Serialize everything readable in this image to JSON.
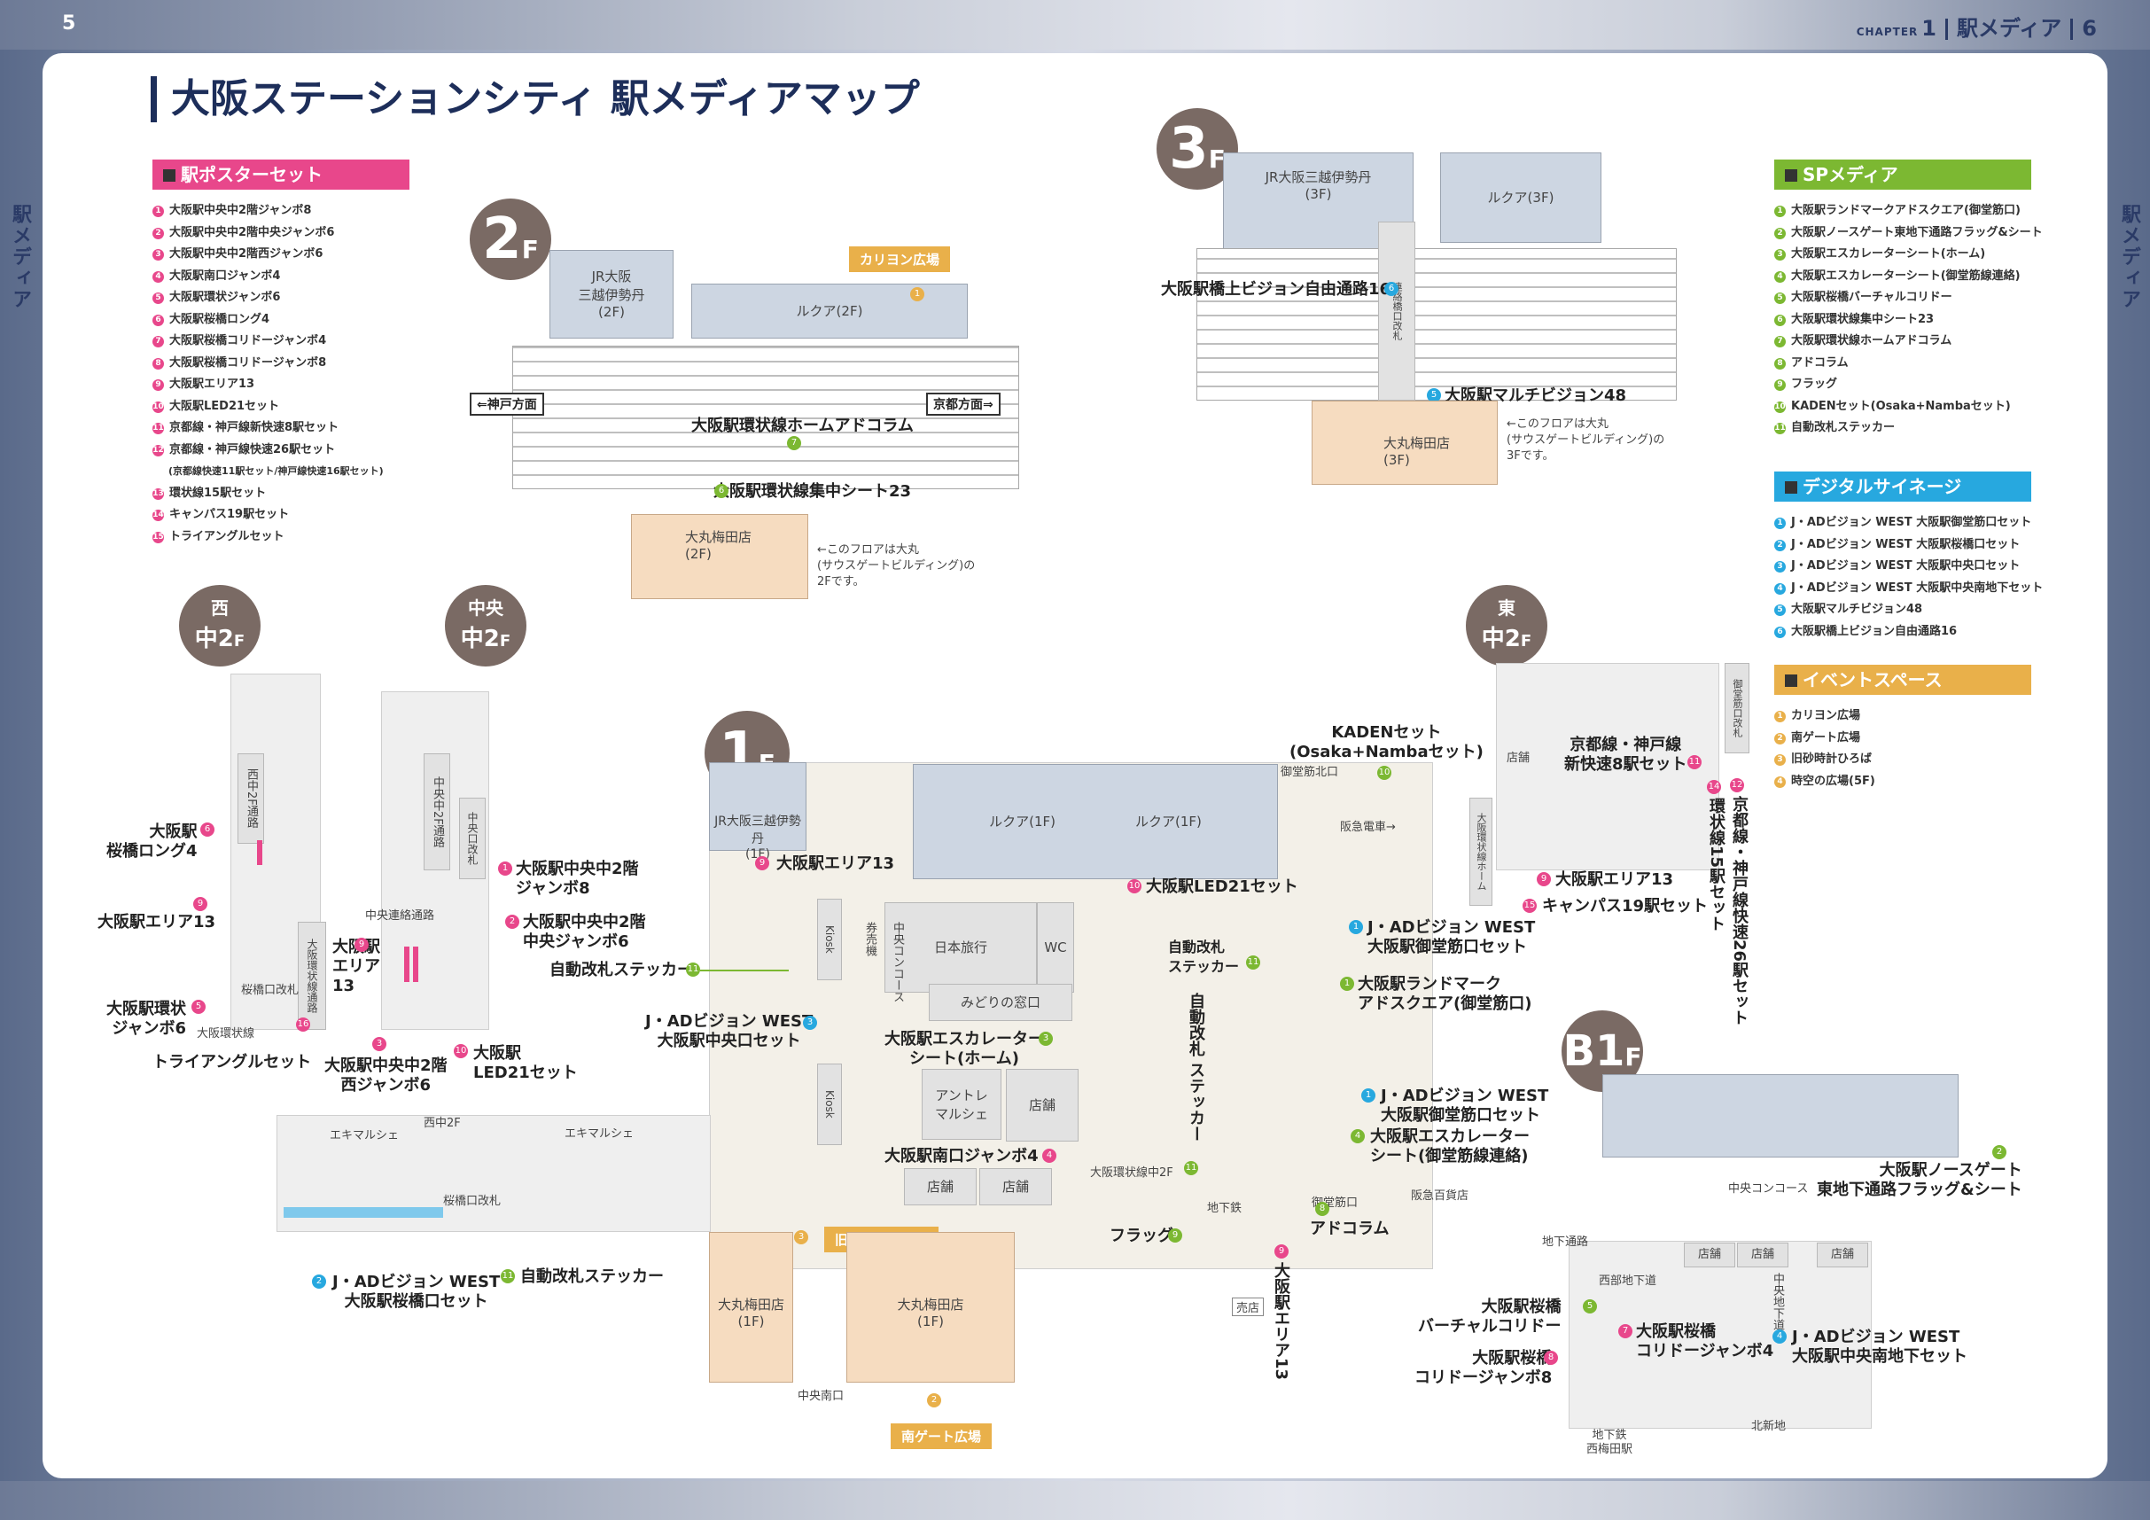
{
  "header": {
    "page_left": "5",
    "page_right": "6",
    "chapter_word": "CHAPTER",
    "chapter_num": "1",
    "section": "駅メディア",
    "side_tab": "駅メディア"
  },
  "title": "大阪ステーションシティ 駅メディアマップ",
  "colors": {
    "poster": "#e8478b",
    "sp": "#7cb832",
    "digital": "#27a8df",
    "event": "#e9b04a",
    "floor_badge": "#7a6a64",
    "title": "#1d2e5a"
  },
  "legend_poster": {
    "heading": "駅ポスターセット",
    "items": [
      "大阪駅中央中2階ジャンボ8",
      "大阪駅中央中2階中央ジャンボ6",
      "大阪駅中央中2階西ジャンボ6",
      "大阪駅南口ジャンボ4",
      "大阪駅環状ジャンボ6",
      "大阪駅桜橋ロング4",
      "大阪駅桜橋コリドージャンボ4",
      "大阪駅桜橋コリドージャンボ8",
      "大阪駅エリア13",
      "大阪駅LED21セット",
      "京都線・神戸線新快速8駅セット",
      "京都線・神戸線快速26駅セット",
      "(京都線快速11駅セット/神戸線快速16駅セット)",
      "環状線15駅セット",
      "キャンパス19駅セット",
      "トライアングルセット"
    ]
  },
  "legend_sp": {
    "heading": "SPメディア",
    "items": [
      "大阪駅ランドマークアドスクエア(御堂筋口)",
      "大阪駅ノースゲート東地下通路フラッグ&シート",
      "大阪駅エスカレーターシート(ホーム)",
      "大阪駅エスカレーターシート(御堂筋線連絡)",
      "大阪駅桜橋バーチャルコリドー",
      "大阪駅環状線集中シート23",
      "大阪駅環状線ホームアドコラム",
      "アドコラム",
      "フラッグ",
      "KADENセット(Osaka+Nambaセット)",
      "自動改札ステッカー"
    ]
  },
  "legend_digital": {
    "heading": "デジタルサイネージ",
    "items": [
      "J・ADビジョン WEST 大阪駅御堂筋口セット",
      "J・ADビジョン WEST 大阪駅桜橋口セット",
      "J・ADビジョン WEST 大阪駅中央口セット",
      "J・ADビジョン WEST 大阪駅中央南地下セット",
      "大阪駅マルチビジョン48",
      "大阪駅橋上ビジョン自由通路16"
    ]
  },
  "legend_event": {
    "heading": "イベントスペース",
    "items": [
      "カリヨン広場",
      "南ゲート広場",
      "旧砂時計ひろば",
      "時空の広場(5F)"
    ]
  },
  "floor_2f": {
    "badge": "2",
    "suffix": "F",
    "labels": {
      "jr_isetan": "JR大阪\n三越伊勢丹\n(2F)",
      "lucua": "ルクア(2F)",
      "carillon": "カリヨン広場",
      "kobe": "⇐神戸方面",
      "kyoto": "京都方面⇒",
      "adcolumn": "大阪駅環状線ホームアドコラム",
      "sheet23": "大阪駅環状線集中シート23",
      "daimaru": "大丸梅田店\n(2F)",
      "note": "←このフロアは大丸\n(サウスゲートビルディング)の\n2Fです。"
    }
  },
  "floor_3f": {
    "badge": "3",
    "suffix": "F",
    "labels": {
      "jr_isetan": "JR大阪三越伊勢丹\n(3F)",
      "lucua": "ルクア(3F)",
      "vision16": "大阪駅橋上ビジョン自由通路16",
      "multi48": "大阪駅マルチビジョン48",
      "daimaru": "大丸梅田店\n(3F)",
      "note": "←このフロアは大丸\n(サウスゲートビルディング)の\n3Fです。",
      "gate": "連絡橋口改札"
    }
  },
  "floor_west": {
    "area": "西",
    "badge": "中2",
    "suffix": "F",
    "labels": {
      "sakura_long": "大阪駅\n桜橋ロング4",
      "area13": "大阪駅エリア13",
      "kanjo6": "大阪駅環状\nジャンボ6",
      "triangle": "トライアングルセット",
      "west_path": "西中2F通路",
      "kanjo_path": "大阪環状線通路",
      "sakura_gate": "桜橋口改札",
      "kanjo_line": "大阪環状線"
    }
  },
  "floor_center": {
    "area": "中央",
    "badge": "中2",
    "suffix": "F",
    "labels": {
      "jumbo8": "大阪駅中央中2階\nジャンボ8",
      "c_jumbo6": "大阪駅中央中2階\n中央ジャンボ6",
      "area13": "大阪駅\nエリア\n13",
      "w_jumbo6": "大阪駅中央中2階\n西ジャンボ6",
      "led21": "大阪駅\nLED21セット",
      "center_path": "中央中2F通路",
      "center_gate": "中央口改札",
      "link_path": "中央連絡通路"
    }
  },
  "floor_east": {
    "area": "東",
    "badge": "中2",
    "suffix": "F",
    "labels": {
      "shinkaisoku": "京都線・神戸線\n新快速8駅セット",
      "area13": "大阪駅エリア13",
      "campus19": "キャンパス19駅セット",
      "kanjo15": "環状線15駅セット",
      "kaisoku26": "京都線・神戸線快速26駅セット",
      "store": "店舗",
      "midosuji_gate": "御堂筋口改札",
      "kanjo_home": "大阪環状線ホーム"
    }
  },
  "floor_1f": {
    "badge": "1",
    "suffix": "F",
    "labels": {
      "jr_isetan": "JR大阪三越伊勢丹\n(1F)",
      "lucua1": "ルクア(1F)",
      "lucua2": "ルクア(1F)",
      "area13_top": "大阪駅エリア13",
      "kaden": "KADENセット\n(Osaka+Nambaセット)",
      "midosuji_n": "御堂筋北口",
      "hankyu_train": "阪急電車→",
      "led21": "大阪駅LED21セット",
      "jad_mido": "J・ADビジョン WEST\n大阪駅御堂筋口セット",
      "landmark": "大阪駅ランドマーク\nアドスクエア(御堂筋口)",
      "jad_mido2": "J・ADビジョン WEST\n大阪駅御堂筋口セット",
      "esc_mido": "大阪駅エスカレーター\nシート(御堂筋線連絡)",
      "sticker_top": "自動改札\nステッカー",
      "sticker_mid": "自動改札\nステッカー",
      "sticker_left": "自動改札ステッカー",
      "sticker_bottom": "自動改札ステッカー",
      "jad_center": "J・ADビジョン WEST\n大阪駅中央口セット",
      "esc_home": "大阪駅エスカレーター\nシート(ホーム)",
      "south_jumbo4": "大阪駅南口ジャンボ4",
      "flag": "フラッグ",
      "adcolumn": "アドコラム",
      "area13_bottom": "大阪駅エリア13",
      "jad_sakura": "J・ADビジョン WEST\n大阪駅桜橋口セット",
      "ekimarche1": "エキマルシェ",
      "ekimarche2": "エキマルシェ",
      "nippon_ryoko": "日本旅行",
      "wc": "WC",
      "midori": "みどりの窓口",
      "antre": "アントレ\nマルシェ",
      "store1": "店舗",
      "store2": "店舗",
      "store3": "店舗",
      "kiosk": "Kiosk",
      "ticket": "券売機",
      "center_concourse": "中央コンコース",
      "old_sandclock": "旧砂時計ひろば",
      "south_gate_plaza": "南ゲート広場",
      "daimaru_1": "大丸梅田店\n(1F)",
      "daimaru_2": "大丸梅田店\n(1F)",
      "central_south": "中央南口",
      "hankyu_dept": "阪急百貨店",
      "baiten": "売店",
      "midosuji_gate": "御堂筋口",
      "sakura_gate": "桜橋口改札",
      "kanjo2f": "大阪環状線中2F",
      "subway": "地下鉄",
      "west2f": "西中2F"
    }
  },
  "floor_b1": {
    "badge": "B1",
    "suffix": "F",
    "labels": {
      "northgate": "大阪駅ノースゲート\n東地下通路フラッグ&シート",
      "virtual": "大阪駅桜橋\nバーチャルコリドー",
      "corr4": "大阪駅桜橋\nコリドージャンボ4",
      "corr8": "大阪駅桜橋\nコリドージャンボ8",
      "jad_south": "J・ADビジョン WEST\n大阪駅中央南地下セット",
      "center_concourse": "中央コンコース",
      "west_ug": "西部地下道",
      "ug_path": "地下通路",
      "store": "店舗",
      "kitashinchi": "北新地",
      "nishiumeda": "地下鉄\n西梅田駅",
      "center_ug": "中央地下道"
    }
  }
}
